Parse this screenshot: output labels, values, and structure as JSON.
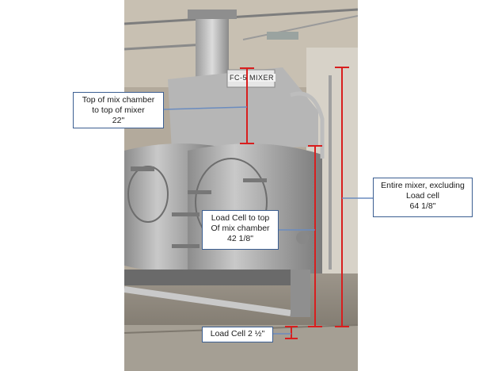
{
  "image": {
    "equipment_plate": "FC-5 MIXER"
  },
  "callouts": {
    "top_chamber": {
      "lines": [
        "Top of mix chamber",
        "to top of mixer",
        "22\""
      ]
    },
    "entire_mixer": {
      "lines": [
        "Entire mixer, excluding",
        "Load cell",
        "64 1/8\""
      ]
    },
    "load_cell_to_top": {
      "lines": [
        "Load Cell to top",
        "Of mix chamber",
        "42 1/8\""
      ]
    },
    "load_cell": {
      "lines": [
        "Load Cell 2 ½\""
      ]
    }
  },
  "colors": {
    "dimension_line": "#d81e1e",
    "callout_border": "#3b5e91",
    "leader_line": "#6b8cbf"
  }
}
